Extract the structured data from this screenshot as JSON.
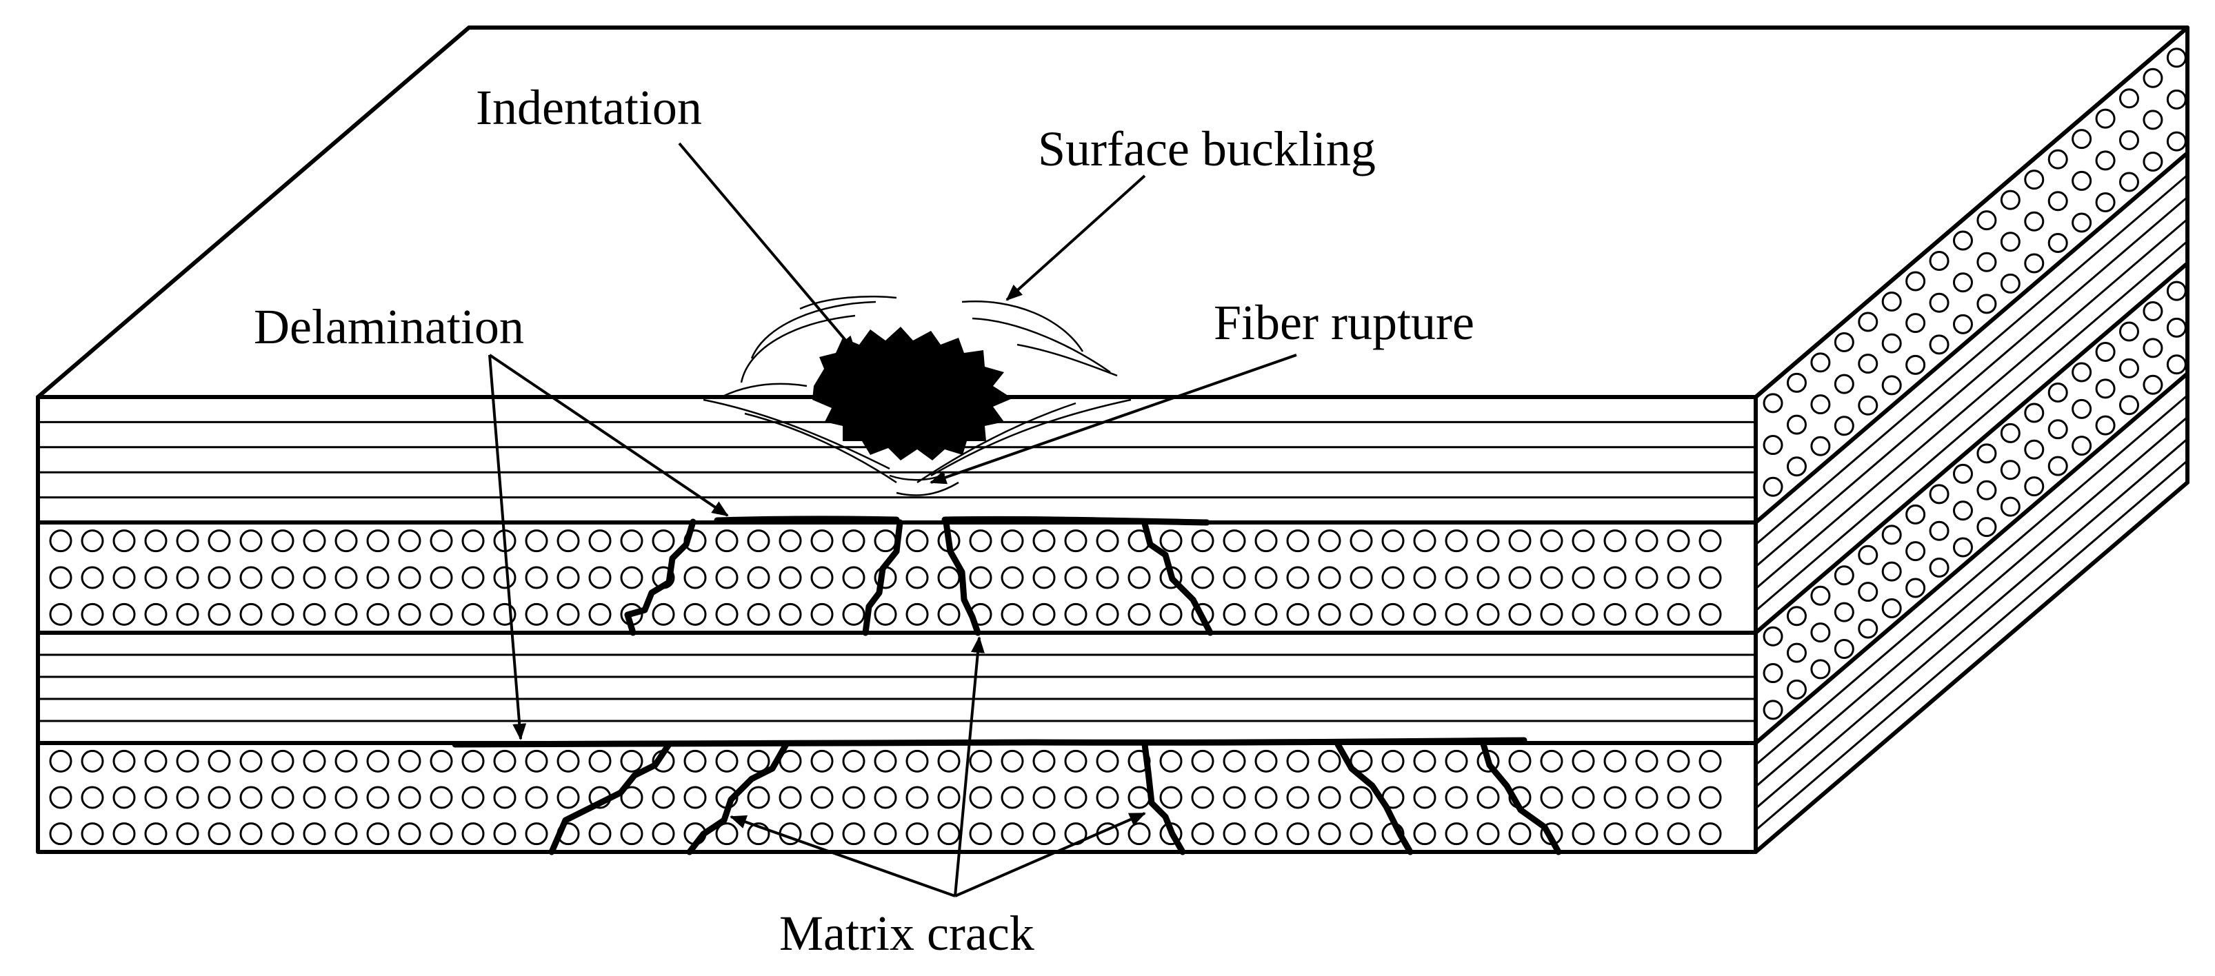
{
  "labels": {
    "indentation": "Indentation",
    "surface_buckling": "Surface buckling",
    "delamination": "Delamination",
    "fiber_rupture": "Fiber rupture",
    "matrix_crack": "Matrix crack"
  }
}
